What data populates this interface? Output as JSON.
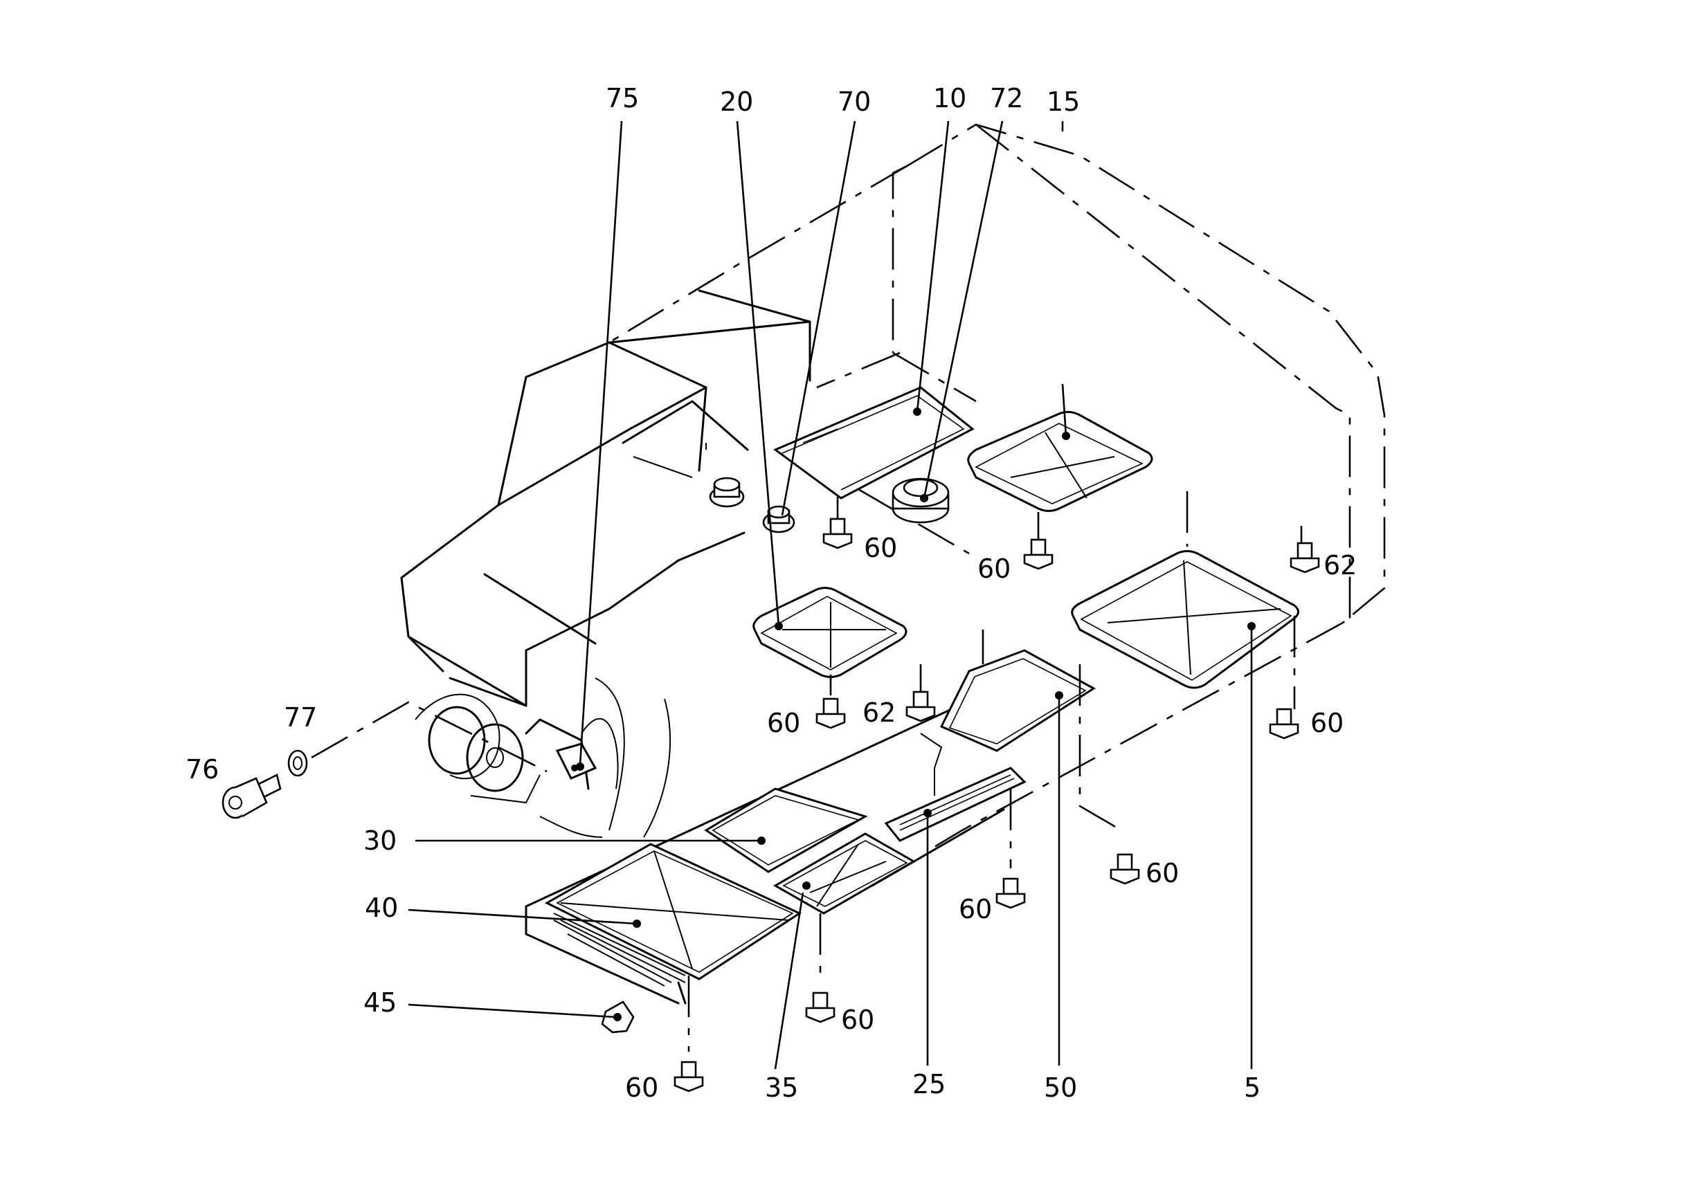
{
  "diagram": {
    "callouts": {
      "c5": "5",
      "c10": "10",
      "c15": "15",
      "c20": "20",
      "c25": "25",
      "c30": "30",
      "c35": "35",
      "c40": "40",
      "c45": "45",
      "c50": "50",
      "c70": "70",
      "c72": "72",
      "c75": "75",
      "c76": "76",
      "c77": "77",
      "c60": "60",
      "c62": "62"
    }
  }
}
